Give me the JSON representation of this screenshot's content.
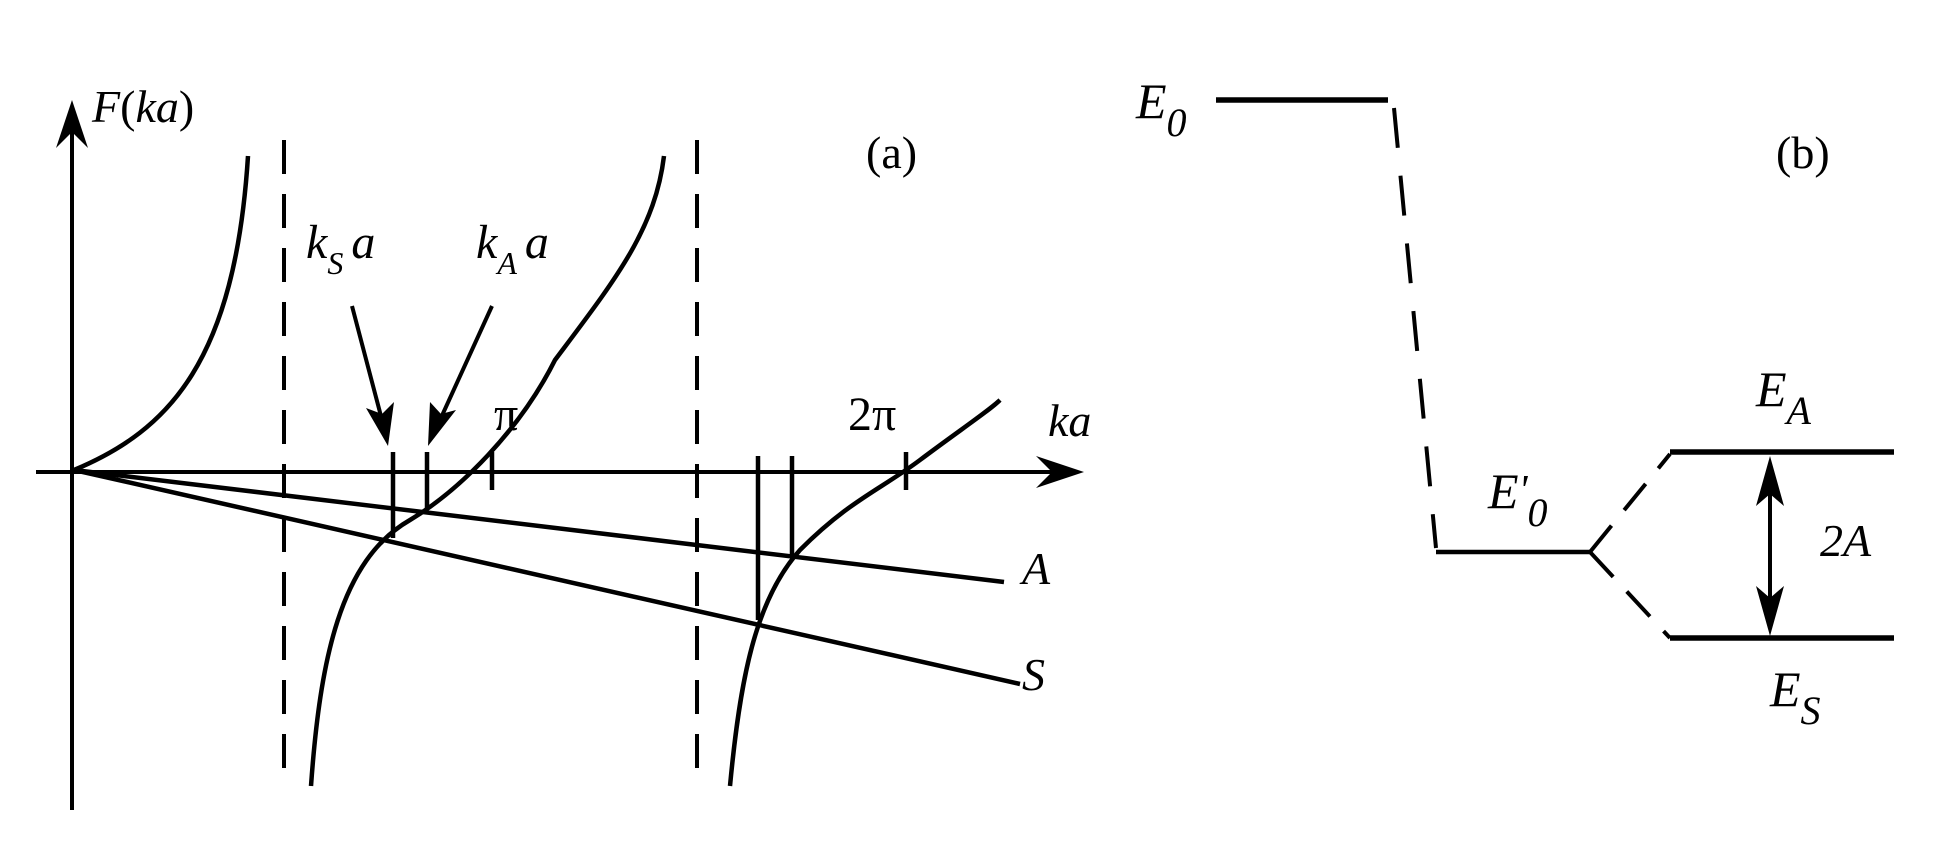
{
  "panel_a": {
    "panel_label": "(a)",
    "y_axis_label": {
      "F": "F",
      "paren_open": "(",
      "ka": "ka",
      "paren_close": ")"
    },
    "x_axis_label": "ka",
    "tick_pi": "π",
    "tick_2pi": "2π",
    "ks_label": {
      "k": "k",
      "sub": "S",
      "a": "a"
    },
    "ka_label": {
      "k": "k",
      "sub": "A",
      "a": "a"
    },
    "line_A": "A",
    "line_S": "S"
  },
  "panel_b": {
    "panel_label": "(b)",
    "E0": {
      "E": "E",
      "sub": "0"
    },
    "E0_prime": {
      "E": "E",
      "prime": "'",
      "sub": "0"
    },
    "EA": {
      "E": "E",
      "sub": "A"
    },
    "ES": {
      "E": "E",
      "sub": "S"
    },
    "splitting": "2A"
  }
}
